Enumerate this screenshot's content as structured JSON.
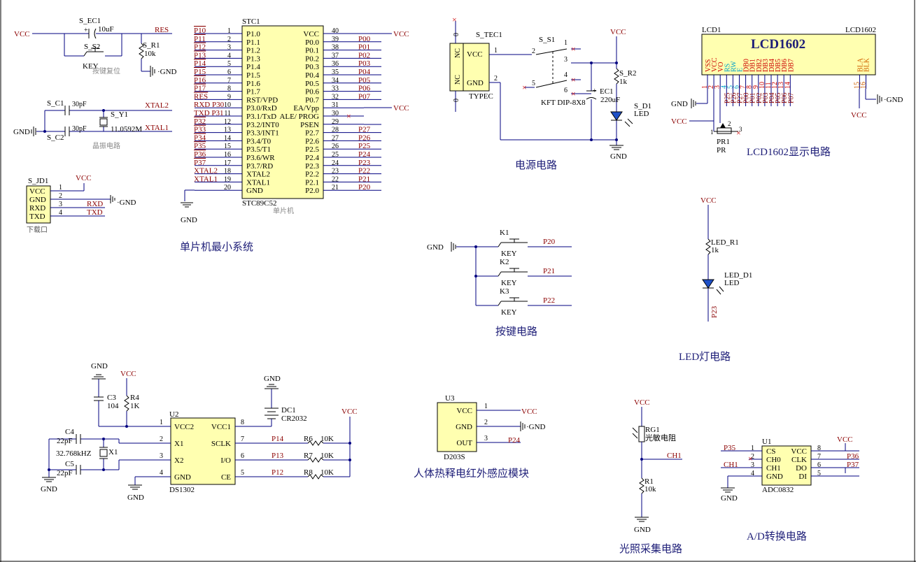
{
  "colors": {
    "wire": "#000080",
    "label": "#8b0000",
    "part": "#000000",
    "body": "#ffffb0",
    "title": "#1e1e78",
    "pinnum": "#000000",
    "lcdRed": "#cc0000",
    "lcdCyan": "#00a0c8",
    "lcdOrange": "#d06000",
    "fillBlue": "#1e50c8"
  },
  "sections": {
    "mcu": "单片机最小系统",
    "power": "电源电路",
    "lcd": "LCD1602显示电路",
    "keys": "按键电路",
    "led": "LED灯电路",
    "pir": "人体热释电红外感应模块",
    "light": "光照采集电路",
    "adc": "A/D转换电路"
  },
  "reset": {
    "cap": "S_EC1",
    "capVal": "10uF",
    "switch": "S_S2",
    "switchType": "KEY",
    "res": "S_R1",
    "resVal": "10k",
    "net": "RES",
    "vcc": "VCC",
    "gnd": "GND",
    "note": "按键复位"
  },
  "crystal": {
    "c1": "S_C1",
    "c1Val": "30pF",
    "c2": "S_C2",
    "c2Val": "30pF",
    "xtal": "S_Y1",
    "freq": "11.0592M",
    "net1": "XTAL2",
    "net2": "XTAL1",
    "gnd": "GND",
    "note": "晶振电路"
  },
  "header": {
    "ref": "S_JD1",
    "vcc": "VCC",
    "gnd": "GND",
    "note": "下载口",
    "pins": [
      {
        "name": "VCC",
        "num": "1",
        "net": ""
      },
      {
        "name": "GND",
        "num": "2",
        "net": ""
      },
      {
        "name": "RXD",
        "num": "3",
        "net": "RXD"
      },
      {
        "name": "TXD",
        "num": "4",
        "net": "TXD"
      }
    ]
  },
  "mcu": {
    "ref": "STC1",
    "part": "STC89C52",
    "desc": "单片机",
    "vcc": "VCC",
    "gnd": "GND",
    "nc": "×",
    "left": [
      {
        "num": "1",
        "name": "P1.0",
        "net": "P10"
      },
      {
        "num": "2",
        "name": "P1.1",
        "net": "P11"
      },
      {
        "num": "3",
        "name": "P1.2",
        "net": "P12"
      },
      {
        "num": "4",
        "name": "P1.3",
        "net": "P13"
      },
      {
        "num": "5",
        "name": "P1.4",
        "net": "P14"
      },
      {
        "num": "6",
        "name": "P1.5",
        "net": "P15"
      },
      {
        "num": "7",
        "name": "P1.6",
        "net": "P16"
      },
      {
        "num": "8",
        "name": "P1.7",
        "net": "P17"
      },
      {
        "num": "9",
        "name": "RST/VPD",
        "net": "RES"
      },
      {
        "num": "10",
        "name": "P3.0/RxD",
        "net": "RXD P30"
      },
      {
        "num": "11",
        "name": "P3.1/TxD",
        "net": "TXD P31"
      },
      {
        "num": "12",
        "name": "P3.2/INT0",
        "net": "P32"
      },
      {
        "num": "13",
        "name": "P3.3/INT1",
        "net": "P33"
      },
      {
        "num": "14",
        "name": "P3.4/T0",
        "net": "P34"
      },
      {
        "num": "15",
        "name": "P3.5/T1",
        "net": "P35"
      },
      {
        "num": "16",
        "name": "P3.6/WR",
        "net": "P36"
      },
      {
        "num": "17",
        "name": "P3.7/RD",
        "net": "P37"
      },
      {
        "num": "18",
        "name": "XTAL2",
        "net": "XTAL2"
      },
      {
        "num": "19",
        "name": "XTAL1",
        "net": "XTAL1"
      },
      {
        "num": "20",
        "name": "GND",
        "net": ""
      }
    ],
    "right": [
      {
        "num": "40",
        "name": "VCC",
        "net": ""
      },
      {
        "num": "39",
        "name": "P0.0",
        "net": "P00"
      },
      {
        "num": "38",
        "name": "P0.1",
        "net": "P01"
      },
      {
        "num": "37",
        "name": "P0.2",
        "net": "P02"
      },
      {
        "num": "36",
        "name": "P0.3",
        "net": "P03"
      },
      {
        "num": "35",
        "name": "P0.4",
        "net": "P04"
      },
      {
        "num": "34",
        "name": "P0.5",
        "net": "P05"
      },
      {
        "num": "33",
        "name": "P0.6",
        "net": "P06"
      },
      {
        "num": "32",
        "name": "P0.7",
        "net": "P07"
      },
      {
        "num": "31",
        "name": "EA/Vpp",
        "net": ""
      },
      {
        "num": "30",
        "name": "ALE/ PROG",
        "net": ""
      },
      {
        "num": "29",
        "name": "PSEN",
        "net": ""
      },
      {
        "num": "28",
        "name": "P2.7",
        "net": "P27"
      },
      {
        "num": "27",
        "name": "P2.6",
        "net": "P26"
      },
      {
        "num": "26",
        "name": "P2.5",
        "net": "P25"
      },
      {
        "num": "25",
        "name": "P2.4",
        "net": "P24"
      },
      {
        "num": "24",
        "name": "P2.3",
        "net": "P23"
      },
      {
        "num": "23",
        "name": "P2.2",
        "net": "P22"
      },
      {
        "num": "22",
        "name": "P2.1",
        "net": "P21"
      },
      {
        "num": "21",
        "name": "P2.0",
        "net": "P20"
      }
    ]
  },
  "power": {
    "conn": "S_TEC1",
    "connType": "TYPEC",
    "vccPin": "VCC",
    "gndPin": "GND",
    "nc": "NC",
    "zero": "0",
    "switch": "S_S1",
    "switchType": "KFT DIP-8X8",
    "res": "S_R2",
    "resVal": "1k",
    "cap": "EC1",
    "capVal": "220uF",
    "led": "S_D1",
    "ledType": "LED",
    "vcc": "VCC",
    "gnd": "GND",
    "pins": [
      "1",
      "2",
      "3",
      "4",
      "5",
      "6"
    ]
  },
  "lcd": {
    "ref": "LCD1",
    "part": "LCD1602",
    "title": "LCD1602",
    "pot": "PR1",
    "potType": "PR",
    "gnd": "GND",
    "vcc": "VCC",
    "pins": [
      {
        "num": "1",
        "name": "VSS",
        "net": "",
        "color": "red"
      },
      {
        "num": "2",
        "name": "VCC",
        "net": "",
        "color": "red"
      },
      {
        "num": "3",
        "name": "VO",
        "net": "",
        "color": "red"
      },
      {
        "num": "4",
        "name": "RS",
        "net": "P25",
        "color": "cyan"
      },
      {
        "num": "5",
        "name": "RW",
        "net": "P26",
        "color": "cyan"
      },
      {
        "num": "6",
        "name": "E",
        "net": "P27",
        "color": "cyan"
      },
      {
        "num": "7",
        "name": "DB0",
        "net": "P00",
        "color": "red"
      },
      {
        "num": "8",
        "name": "DB1",
        "net": "P01",
        "color": "red"
      },
      {
        "num": "9",
        "name": "DB2",
        "net": "P02",
        "color": "red"
      },
      {
        "num": "10",
        "name": "DB3",
        "net": "P03",
        "color": "red"
      },
      {
        "num": "11",
        "name": "DB4",
        "net": "P04",
        "color": "red"
      },
      {
        "num": "12",
        "name": "DB5",
        "net": "P05",
        "color": "red"
      },
      {
        "num": "13",
        "name": "DB6",
        "net": "P06",
        "color": "red"
      },
      {
        "num": "14",
        "name": "DB7",
        "net": "P07",
        "color": "red"
      },
      {
        "num": "15",
        "name": "BLA",
        "net": "",
        "color": "orange"
      },
      {
        "num": "16",
        "name": "BLK",
        "net": "",
        "color": "orange"
      }
    ]
  },
  "keys": {
    "gnd": "GND",
    "items": [
      {
        "ref": "K1",
        "type": "KEY",
        "net": "P20"
      },
      {
        "ref": "K2",
        "type": "KEY",
        "net": "P21"
      },
      {
        "ref": "K3",
        "type": "KEY",
        "net": "P22"
      }
    ]
  },
  "ledCircuit": {
    "vcc": "VCC",
    "res": "LED_R1",
    "resVal": "1k",
    "led": "LED_D1",
    "ledType": "LED",
    "net": "P23"
  },
  "rtc": {
    "ref": "U2",
    "part": "DS1302",
    "gnd": "GND",
    "vcc": "VCC",
    "c3": "C3",
    "c3Val": "104",
    "r4": "R4",
    "r4Val": "1K",
    "c4": "C4",
    "c4Val": "22pF",
    "c5": "C5",
    "c5Val": "22pF",
    "xtal": "X1",
    "freq": "32.768kHZ",
    "bat": "DC1",
    "batVal": "CR2032",
    "left": [
      {
        "num": "1",
        "name": "VCC2"
      },
      {
        "num": "2",
        "name": "X1"
      },
      {
        "num": "3",
        "name": "X2"
      },
      {
        "num": "4",
        "name": "GND"
      }
    ],
    "right": [
      {
        "num": "8",
        "name": "VCC1"
      },
      {
        "num": "7",
        "name": "SCLK"
      },
      {
        "num": "6",
        "name": "I/O"
      },
      {
        "num": "5",
        "name": "CE"
      }
    ],
    "nets": [
      {
        "net": "P14",
        "r": "R6",
        "val": "10K"
      },
      {
        "net": "P13",
        "r": "R7",
        "val": "10K"
      },
      {
        "net": "P12",
        "r": "R8",
        "val": "10K"
      }
    ]
  },
  "pir": {
    "ref": "U3",
    "part": "D203S",
    "vcc": "VCC",
    "gnd": "GND",
    "net": "P24",
    "pins": [
      {
        "num": "1",
        "name": "VCC"
      },
      {
        "num": "2",
        "name": "GND"
      },
      {
        "num": "3",
        "name": "OUT"
      }
    ]
  },
  "light": {
    "vcc": "VCC",
    "ldr": "RG1",
    "ldrDesc": "光敏电阻",
    "res": "R1",
    "resVal": "10k",
    "net": "CH1",
    "gnd": "GND"
  },
  "adc": {
    "ref": "U1",
    "part": "ADC0832",
    "vcc": "VCC",
    "gnd": "GND",
    "left": [
      {
        "num": "1",
        "name": "CS",
        "net": "P35"
      },
      {
        "num": "2",
        "name": "CH0",
        "net": ""
      },
      {
        "num": "3",
        "name": "CH1",
        "net": "CH1"
      },
      {
        "num": "4",
        "name": "GND",
        "net": ""
      }
    ],
    "right": [
      {
        "num": "8",
        "name": "VCC",
        "net": "VCC"
      },
      {
        "num": "7",
        "name": "CLK",
        "net": "P36"
      },
      {
        "num": "6",
        "name": "DO",
        "net": "P37"
      },
      {
        "num": "5",
        "name": "DI",
        "net": ""
      }
    ]
  }
}
